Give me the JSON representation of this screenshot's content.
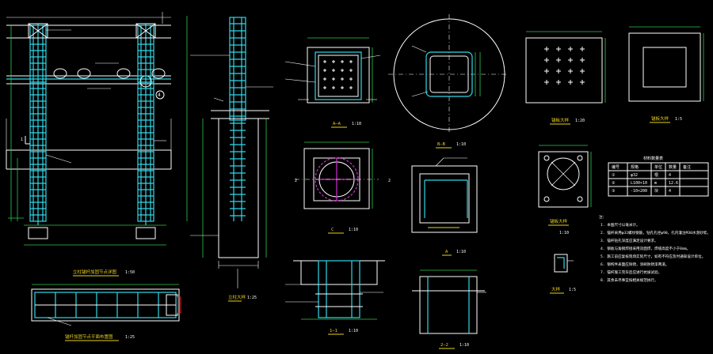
{
  "views": {
    "elevation": {
      "label": "立柱锚杆加固节点详图",
      "scale": "1:50"
    },
    "plan_strip": {
      "label": "锚杆加固节点平面布置图",
      "scale": "1:25"
    },
    "pile": {
      "label": "立柱大样",
      "scale": "1:25"
    },
    "section_aa": {
      "label": "A—A",
      "scale": "1:10"
    },
    "section_bb": {
      "label": "B—B",
      "scale": "1:10"
    },
    "section_11": {
      "label": "1—1",
      "scale": "1:10"
    },
    "section_22": {
      "label": "2—2",
      "scale": "1:10"
    },
    "plan_c": {
      "label": "C",
      "scale": "1:10"
    },
    "detail_a": {
      "label": "A",
      "scale": "1:10"
    },
    "plate_1": {
      "label": "锚板大样",
      "scale": "1:20"
    },
    "plate_2": {
      "label": "锚板大样",
      "scale": "1:5"
    },
    "plate_3": {
      "label": "锚板大样",
      "scale": "1:10"
    },
    "corner": {
      "label": "大样",
      "scale": "1:5"
    },
    "table_title": "材料数量表",
    "notes_title": "注："
  },
  "annotations": {
    "circle_marker": "4",
    "left_marker": "1",
    "cut_1": "1",
    "cut_2": "2"
  },
  "table": {
    "headers": [
      "编号",
      "规格",
      "单位",
      "数量",
      "备注"
    ],
    "rows": [
      [
        "①",
        "φ32",
        "根",
        "4",
        ""
      ],
      [
        "②",
        "L100×10",
        "m",
        "12.6",
        ""
      ],
      [
        "③",
        "-10×200",
        "块",
        "4",
        ""
      ]
    ]
  },
  "notes": [
    "1. 本图尺寸以毫米计。",
    "2. 锚杆采用φ32螺纹钢筋，钻孔孔径φ90，孔内灌注M30水泥砂浆。",
    "3. 锚杆钻孔深度应满足设计要求。",
    "4. 钢板与角钢焊接采用双面焊，焊缝高度不小于8mm。",
    "5. 施工前应复核现场实际尺寸，如有不符应及时通知设计单位。",
    "6. 钢构件表面应除锈，涂刷防锈漆两道。",
    "7. 锚杆施工完毕后应进行抗拔试验。",
    "8. 其余未尽事宜按相关规范执行。"
  ]
}
